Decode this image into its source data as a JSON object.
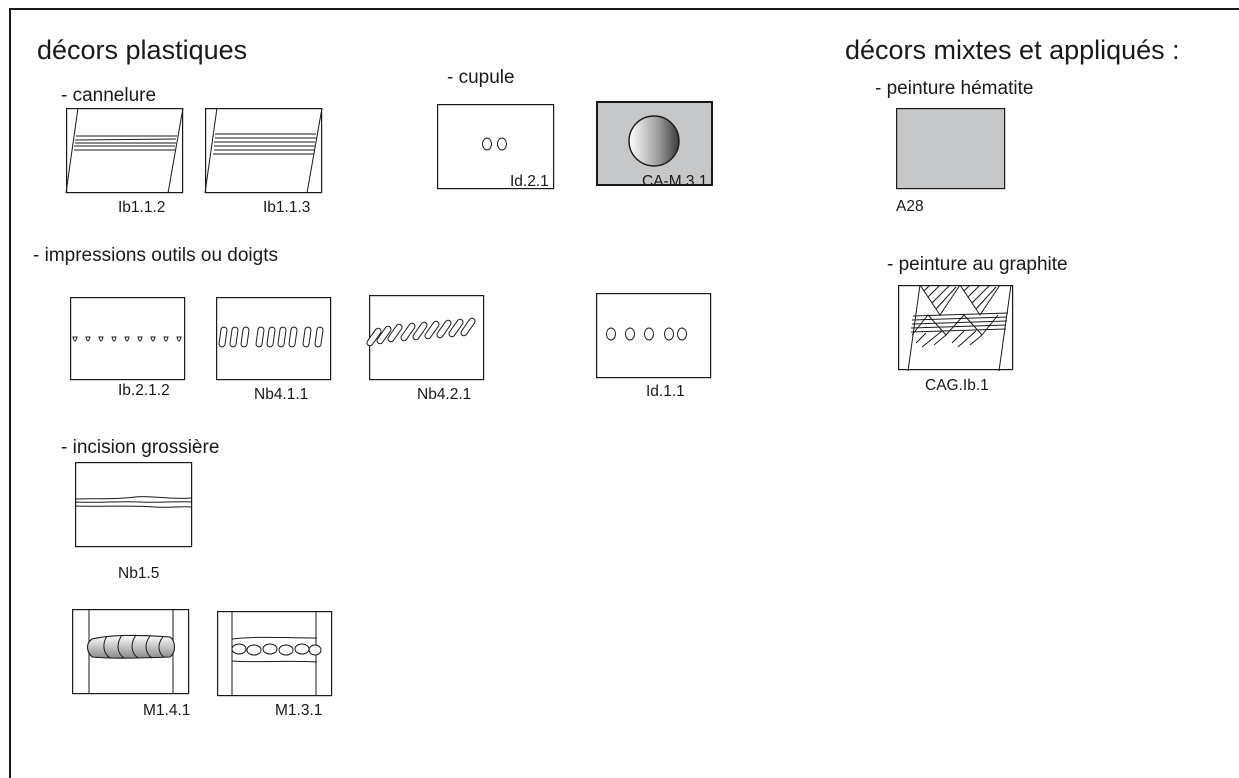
{
  "headings": {
    "plastic": "décors plastiques",
    "mixed": "décors mixtes et appliqués :"
  },
  "sections": {
    "cannelure": "- cannelure",
    "cupule": "- cupule",
    "impressions": "- impressions outils ou doigts",
    "incision": "- incision grossière",
    "hematite": "- peinture hématite",
    "graphite": "- peinture au graphite"
  },
  "codes": {
    "ib112": "Ib1.1.2",
    "ib113": "Ib1.1.3",
    "id21": "Id.2.1",
    "cam31": "CA-M.3.1",
    "ib212": "Ib.2.1.2",
    "nb411": "Nb4.1.1",
    "nb421": "Nb4.2.1",
    "id11": "Id.1.1",
    "nb15": "Nb1.5",
    "m141": "M1.4.1",
    "m131": "M1.3.1",
    "a28": "A28",
    "cagib1": "CAG.Ib.1"
  },
  "colors": {
    "ink": "#1a1a1a",
    "hematite_fill": "#c6c7c9",
    "cupule_fill": "#c6c7c9"
  }
}
